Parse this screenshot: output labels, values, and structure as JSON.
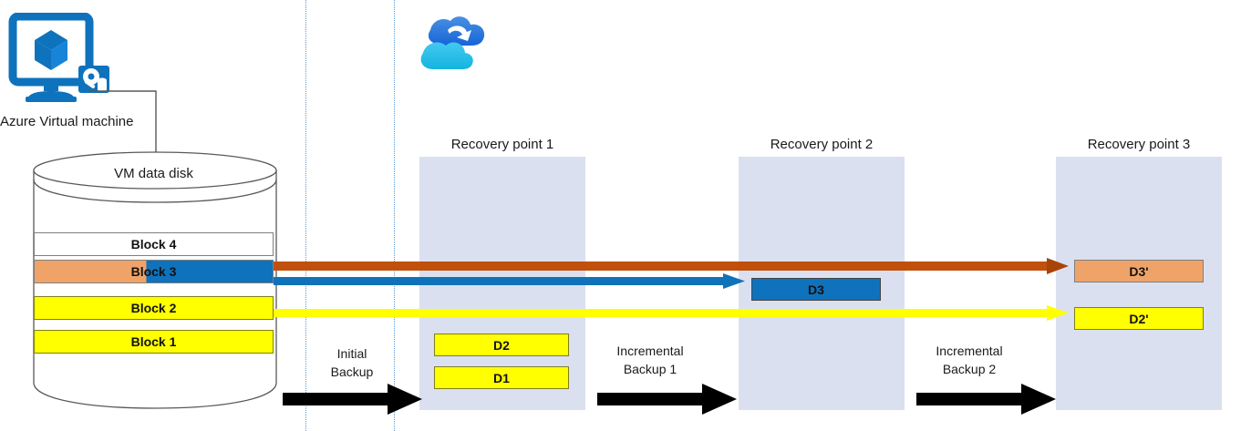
{
  "diagram": {
    "title": "Azure VM incremental backup recovery points",
    "source_icon": "azure-virtual-machine-icon",
    "cloud_icon": "azure-backup-cloud-icon"
  },
  "source": {
    "vm_label": "Azure Virtual machine",
    "disk_title": "VM data disk",
    "blocks": [
      {
        "label": "Block 4",
        "style": "white"
      },
      {
        "label": "Block 3",
        "style": "split-orange-blue"
      },
      {
        "label": "Block 2",
        "style": "yellow"
      },
      {
        "label": "Block 1",
        "style": "yellow"
      }
    ]
  },
  "recovery_points": [
    {
      "label": "Recovery point 1",
      "blocks": [
        {
          "label": "D2",
          "style": "yellow"
        },
        {
          "label": "D1",
          "style": "yellow"
        }
      ]
    },
    {
      "label": "Recovery point 2",
      "blocks": [
        {
          "label": "D3",
          "style": "blue"
        }
      ]
    },
    {
      "label": "Recovery point 3",
      "blocks": [
        {
          "label": "D3'",
          "style": "orange"
        },
        {
          "label": "D2'",
          "style": "yellow"
        }
      ]
    }
  ],
  "steps": [
    {
      "line1": "Initial",
      "line2": "Backup"
    },
    {
      "line1": "Incremental",
      "line2": "Backup 1"
    },
    {
      "line1": "Incremental",
      "line2": "Backup 2"
    }
  ],
  "colors": {
    "azure_blue": "#0f72bc",
    "orange_fill": "#f0a368",
    "orange_arrow": "#c0500c",
    "blue_arrow": "#1073b9",
    "yellow": "#ffff00",
    "panel": "#dbe0f0",
    "guide": "#5b9bd5",
    "black": "#000000"
  }
}
